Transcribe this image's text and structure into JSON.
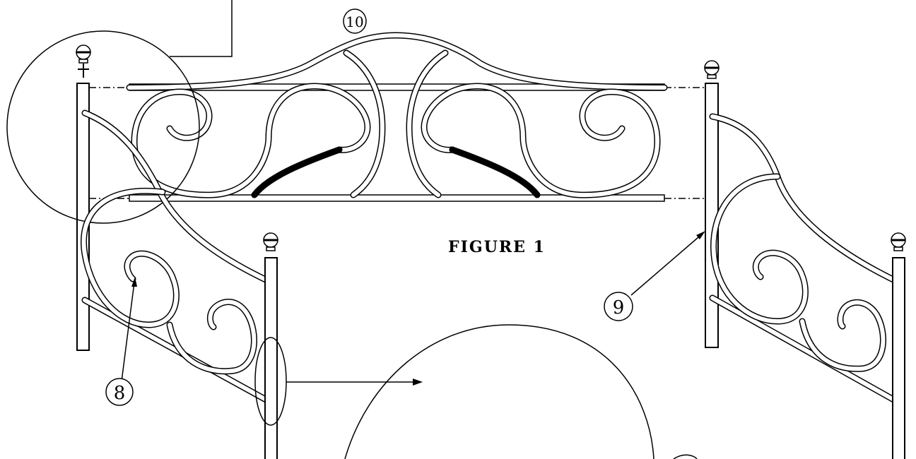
{
  "figure": {
    "title": "FIGURE 1"
  },
  "callouts": {
    "headboard_panel": "10",
    "left_side_rail": "8",
    "right_side_rail": "9"
  }
}
